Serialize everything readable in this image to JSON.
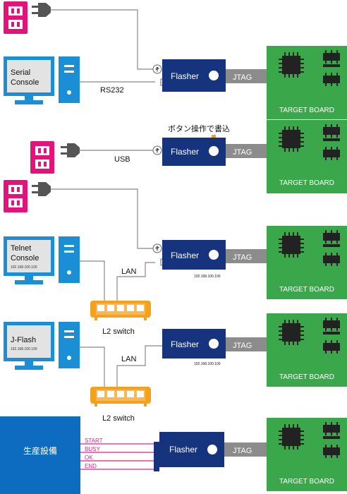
{
  "colors": {
    "outlet": "#e4137b",
    "monitor": "#1a8fd6",
    "screen": "#e3e3e3",
    "flasher": "#16347d",
    "jtag": "#8c8c8c",
    "board": "#3aa84a",
    "chip": "#222222",
    "switch": "#f4a11d",
    "factory": "#0d6cc0",
    "signal": "#e0218a",
    "button_arrow": "#f4a11d"
  },
  "labels": {
    "flasher": "Flasher",
    "jtag": "JTAG",
    "target_board": "TARGET BOARD",
    "rs232": "RS232",
    "usb": "USB",
    "lan": "LAN",
    "l2_switch": "L2 switch",
    "button_write": "ボタン操作で書込",
    "ip": "192.168.100.100"
  },
  "pcs": {
    "serial": [
      "Serial",
      "Console"
    ],
    "telnet": [
      "Telnet",
      "Console"
    ],
    "jflash": [
      "J-Flash"
    ]
  },
  "factory": {
    "label": "生産設備",
    "signals": [
      "START",
      "BUSY",
      "OK",
      "END"
    ]
  },
  "icons": [
    "power-outlet-icon",
    "power-plug-icon",
    "usb-icon",
    "desktop-pc-icon",
    "network-switch-icon",
    "chip-icon",
    "arrow-down-icon"
  ]
}
